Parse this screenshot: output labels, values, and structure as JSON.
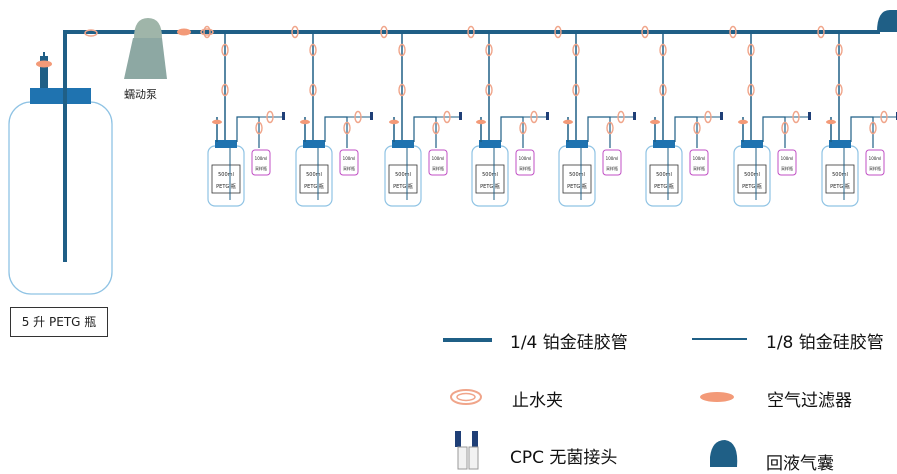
{
  "labels": {
    "tank": "5 升 PETG 瓶",
    "pump": "蠕动泵",
    "bottle_volume": "500ml",
    "bottle_name": "PETG 瓶",
    "small_volume": "100ml",
    "small_name": "采样瓶"
  },
  "legend": {
    "thick_tube": "1/4 铂金硅胶管",
    "thin_tube": "1/8 铂金硅胶管",
    "clamp": "止水夹",
    "air_filter": "空气过滤器",
    "connector": "CPC 无菌接头",
    "bag": "回液气囊"
  },
  "colors": {
    "tube": "#1f5f86",
    "bottle_cap": "#1f73b0",
    "bottle_outline": "#8fc3e4",
    "small_outline": "#c04fc4",
    "clamp": "#f0a58a",
    "filter": "#f39a78",
    "pump": "#8da8a3",
    "bag": "#1f5f86"
  },
  "unit_count": 8,
  "icons": [
    "clamp-icon",
    "air-filter-icon",
    "cpc-connector-icon",
    "return-bag-icon",
    "peristaltic-pump-icon"
  ]
}
